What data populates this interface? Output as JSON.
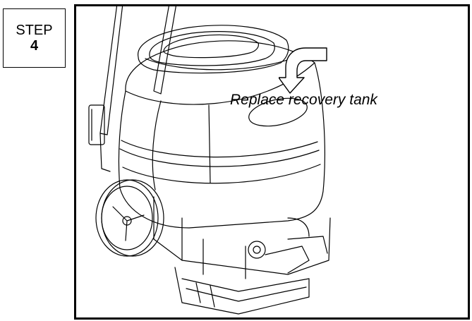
{
  "step": {
    "word": "STEP",
    "number": "4"
  },
  "instruction": "Replace recovery tank",
  "colors": {
    "line": "#000000",
    "background": "#ffffff"
  },
  "icons": [
    "curved-arrow-icon"
  ],
  "illustration": "carpet-extractor-machine"
}
